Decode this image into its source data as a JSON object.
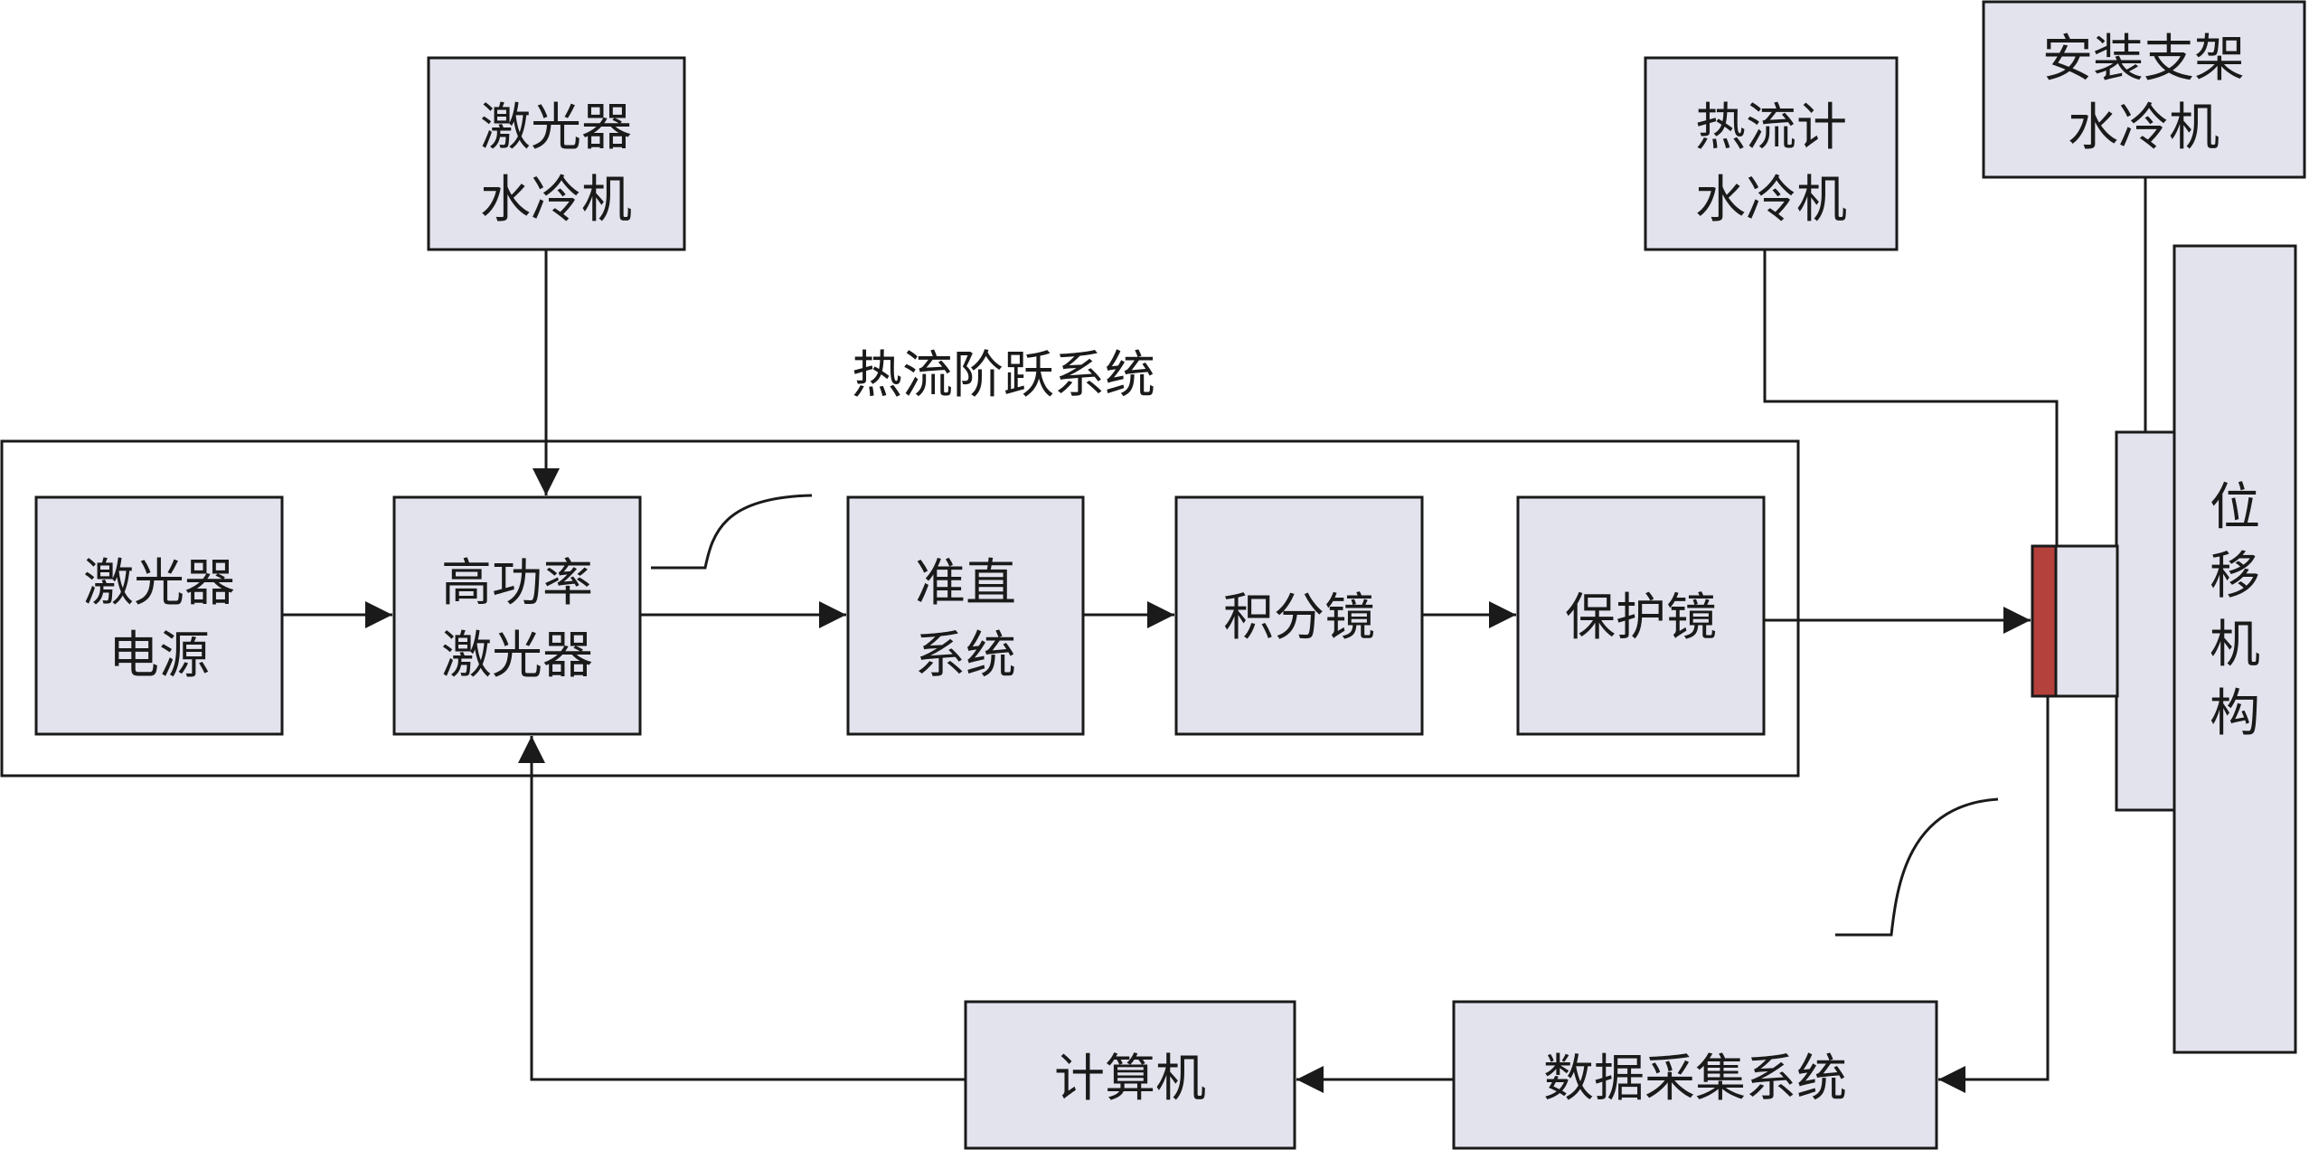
{
  "title": "热流阶跃系统",
  "boxes": {
    "laser_chiller": [
      "激光器",
      "水冷机"
    ],
    "heatflux_chiller": [
      "热流计",
      "水冷机"
    ],
    "mount_chiller": [
      "安装支架",
      "水冷机"
    ],
    "laser_power": [
      "激光器",
      "电源"
    ],
    "high_power_laser": [
      "高功率",
      "激光器"
    ],
    "collimator": [
      "准直",
      "系统"
    ],
    "integrator": [
      "积分镜"
    ],
    "protect_mirror": [
      "保护镜"
    ],
    "displacement": [
      "位",
      "移",
      "机",
      "构"
    ],
    "computer": [
      "计算机"
    ],
    "daq": [
      "数据采集系统"
    ]
  },
  "colors": {
    "box_fill": "#e3e3ee",
    "gauge": "#b5413c",
    "line": "#1a1a1a"
  }
}
